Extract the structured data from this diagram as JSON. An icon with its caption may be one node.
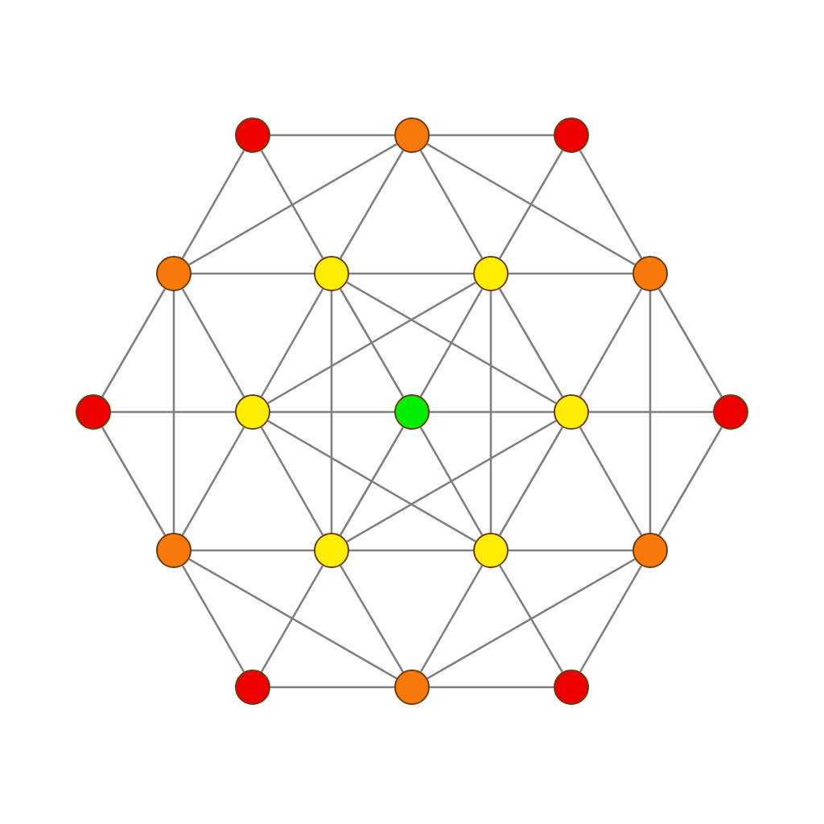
{
  "diagram": {
    "nodes": [
      {
        "text": [],
        "shape": "circle"
      },
      {
        "text": [],
        "shape": "circle"
      },
      {
        "text": [],
        "shape": "circle"
      },
      {
        "text": [],
        "shape": "circle"
      },
      {
        "text": [],
        "shape": "circle"
      },
      {
        "text": [],
        "shape": "circle"
      },
      {
        "text": [],
        "shape": "circle"
      },
      {
        "text": [],
        "shape": "circle"
      },
      {
        "text": [],
        "shape": "circle"
      },
      {
        "text": [],
        "shape": "circle"
      },
      {
        "text": [],
        "shape": "circle"
      },
      {
        "text": [],
        "shape": "circle"
      },
      {
        "text": [],
        "shape": "circle"
      },
      {
        "text": [],
        "shape": "circle"
      },
      {
        "text": [],
        "shape": "circle"
      },
      {
        "text": [],
        "shape": "circle"
      },
      {
        "text": [],
        "shape": "circle"
      },
      {
        "text": [],
        "shape": "circle"
      },
      {
        "text": [],
        "shape": "circle"
      }
    ],
    "edges": [
      {
        "from": 0,
        "to": 1,
        "arrow": "none"
      },
      {
        "from": 1,
        "to": 2,
        "arrow": "none"
      },
      {
        "from": 0,
        "to": 3,
        "arrow": "none"
      },
      {
        "from": 0,
        "to": 4,
        "arrow": "none"
      },
      {
        "from": 1,
        "to": 3,
        "arrow": "none"
      },
      {
        "from": 1,
        "to": 4,
        "arrow": "none"
      },
      {
        "from": 1,
        "to": 5,
        "arrow": "none"
      },
      {
        "from": 1,
        "to": 6,
        "arrow": "none"
      },
      {
        "from": 2,
        "to": 5,
        "arrow": "none"
      },
      {
        "from": 2,
        "to": 6,
        "arrow": "none"
      },
      {
        "from": 3,
        "to": 4,
        "arrow": "none"
      },
      {
        "from": 4,
        "to": 5,
        "arrow": "none"
      },
      {
        "from": 5,
        "to": 6,
        "arrow": "none"
      },
      {
        "from": 3,
        "to": 7,
        "arrow": "none"
      },
      {
        "from": 3,
        "to": 8,
        "arrow": "none"
      },
      {
        "from": 3,
        "to": 12,
        "arrow": "none"
      },
      {
        "from": 4,
        "to": 8,
        "arrow": "none"
      },
      {
        "from": 4,
        "to": 9,
        "arrow": "none"
      },
      {
        "from": 4,
        "to": 10,
        "arrow": "none"
      },
      {
        "from": 4,
        "to": 13,
        "arrow": "none"
      },
      {
        "from": 5,
        "to": 8,
        "arrow": "none"
      },
      {
        "from": 5,
        "to": 9,
        "arrow": "none"
      },
      {
        "from": 5,
        "to": 10,
        "arrow": "none"
      },
      {
        "from": 5,
        "to": 14,
        "arrow": "none"
      },
      {
        "from": 6,
        "to": 10,
        "arrow": "none"
      },
      {
        "from": 6,
        "to": 11,
        "arrow": "none"
      },
      {
        "from": 6,
        "to": 15,
        "arrow": "none"
      },
      {
        "from": 7,
        "to": 8,
        "arrow": "none"
      },
      {
        "from": 8,
        "to": 9,
        "arrow": "none"
      },
      {
        "from": 9,
        "to": 10,
        "arrow": "none"
      },
      {
        "from": 10,
        "to": 11,
        "arrow": "none"
      },
      {
        "from": 7,
        "to": 12,
        "arrow": "none"
      },
      {
        "from": 8,
        "to": 12,
        "arrow": "none"
      },
      {
        "from": 8,
        "to": 13,
        "arrow": "none"
      },
      {
        "from": 8,
        "to": 14,
        "arrow": "none"
      },
      {
        "from": 9,
        "to": 13,
        "arrow": "none"
      },
      {
        "from": 9,
        "to": 14,
        "arrow": "none"
      },
      {
        "from": 10,
        "to": 13,
        "arrow": "none"
      },
      {
        "from": 10,
        "to": 14,
        "arrow": "none"
      },
      {
        "from": 10,
        "to": 15,
        "arrow": "none"
      },
      {
        "from": 11,
        "to": 15,
        "arrow": "none"
      },
      {
        "from": 12,
        "to": 13,
        "arrow": "none"
      },
      {
        "from": 13,
        "to": 14,
        "arrow": "none"
      },
      {
        "from": 14,
        "to": 15,
        "arrow": "none"
      },
      {
        "from": 12,
        "to": 16,
        "arrow": "none"
      },
      {
        "from": 12,
        "to": 17,
        "arrow": "none"
      },
      {
        "from": 13,
        "to": 16,
        "arrow": "none"
      },
      {
        "from": 13,
        "to": 17,
        "arrow": "none"
      },
      {
        "from": 14,
        "to": 17,
        "arrow": "none"
      },
      {
        "from": 14,
        "to": 18,
        "arrow": "none"
      },
      {
        "from": 15,
        "to": 17,
        "arrow": "none"
      },
      {
        "from": 15,
        "to": 18,
        "arrow": "none"
      },
      {
        "from": 16,
        "to": 17,
        "arrow": "none"
      },
      {
        "from": 17,
        "to": 18,
        "arrow": "none"
      }
    ]
  }
}
